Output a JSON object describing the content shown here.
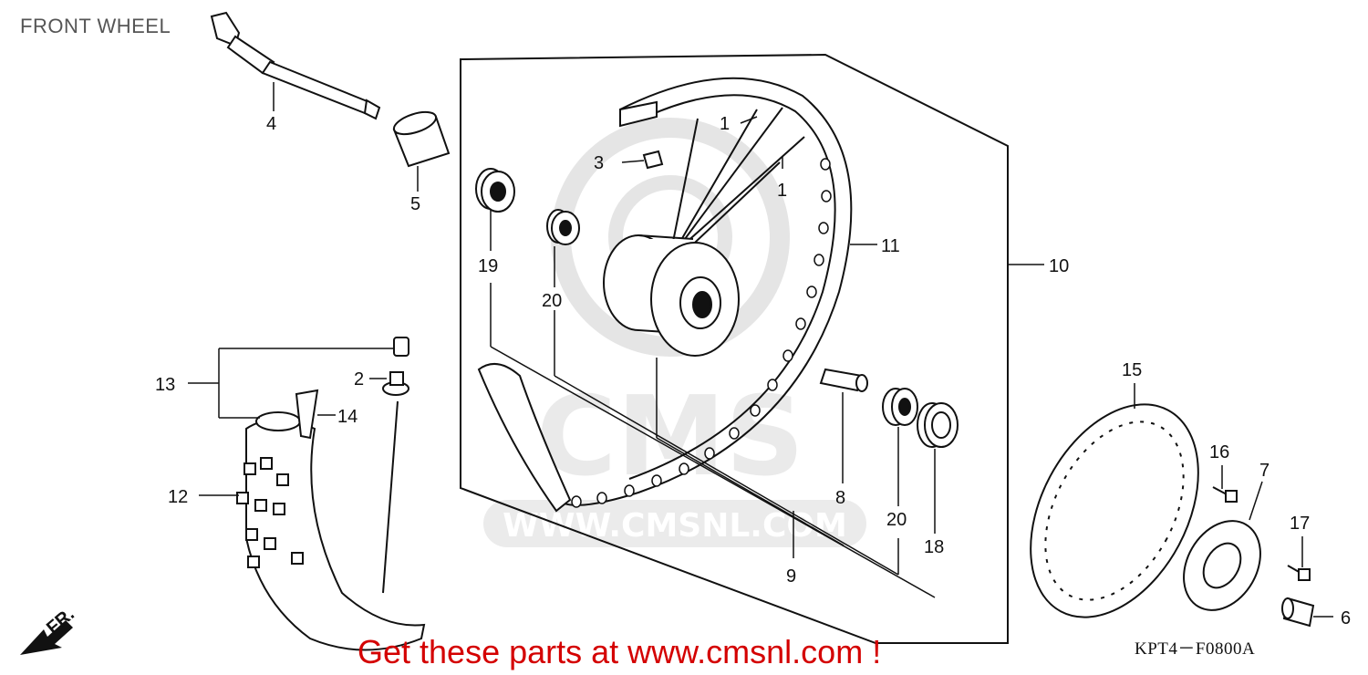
{
  "title": "FRONT WHEEL",
  "promo": "Get these parts at www.cmsnl.com !",
  "diagram_code": "KPT4－F0800A",
  "watermark": {
    "logo": "CMS",
    "url": "WWW.CMSNL.COM"
  },
  "direction_label": "FR.",
  "callouts": [
    "1",
    "1",
    "2",
    "3",
    "4",
    "5",
    "6",
    "7",
    "8",
    "9",
    "10",
    "11",
    "12",
    "13",
    "14",
    "15",
    "16",
    "17",
    "18",
    "19",
    "20",
    "20"
  ],
  "colors": {
    "ink": "#111111",
    "promo": "#d40000",
    "watermark": "#d9d9d9"
  }
}
